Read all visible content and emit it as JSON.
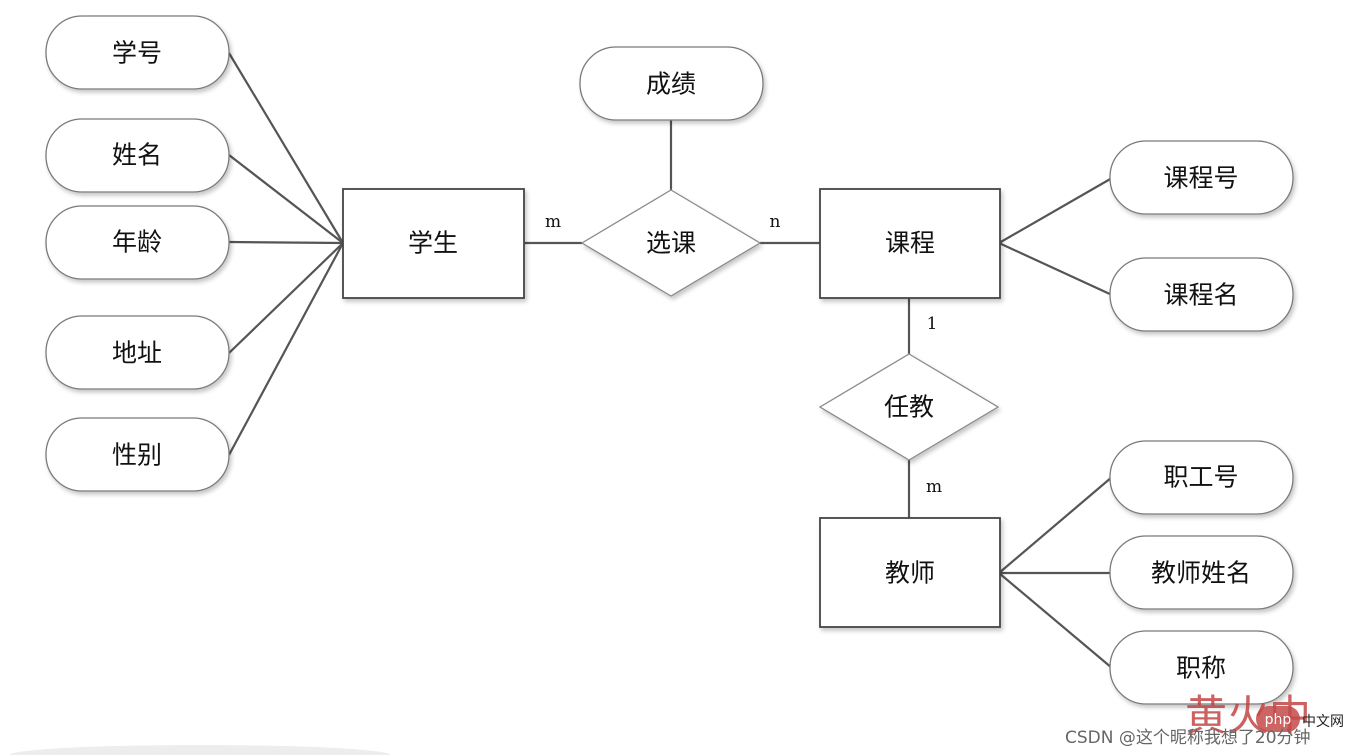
{
  "entities": {
    "student": "学生",
    "course": "课程",
    "teacher": "教师"
  },
  "relationships": {
    "select_course": "选课",
    "teach": "任教"
  },
  "attributes": {
    "student_no": "学号",
    "name": "姓名",
    "age": "年龄",
    "address": "地址",
    "gender": "性别",
    "grade": "成绩",
    "course_no": "课程号",
    "course_name": "课程名",
    "staff_no": "职工号",
    "teacher_name": "教师姓名",
    "title": "职称"
  },
  "cardinality": {
    "student_select": "m",
    "course_select": "n",
    "course_teach": "1",
    "teacher_teach": "m"
  },
  "watermark": {
    "logo": "黄火中",
    "badge": "php",
    "site": "中文网",
    "credit": "CSDN @这个昵称我想了20分钟"
  }
}
